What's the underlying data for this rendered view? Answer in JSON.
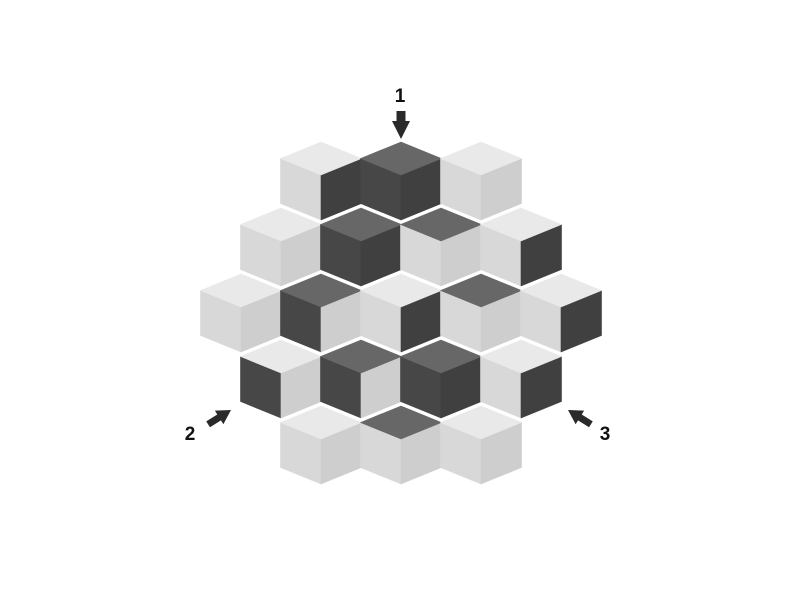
{
  "diagram": {
    "palette": {
      "light_top": "#e9e9e9",
      "light_left": "#d8d8d8",
      "light_right": "#cecece",
      "dark_top": "#676767",
      "dark_left": "#474747",
      "dark_right": "#404040",
      "arrow": "#2a2a2a",
      "label": "#111111"
    },
    "cube_faces": [
      {
        "group": "front",
        "top": "light",
        "left": "light",
        "right": "dark"
      },
      {
        "group": "front",
        "top": "dark",
        "left": "dark",
        "right": "dark"
      },
      {
        "group": "front",
        "top": "light",
        "left": "light",
        "right": "light"
      },
      {
        "group": "front",
        "top": "light",
        "left": "light",
        "right": "light"
      },
      {
        "group": "front",
        "top": "dark",
        "left": "dark",
        "right": "dark"
      },
      {
        "group": "front",
        "top": "dark",
        "left": "light",
        "right": "light"
      },
      {
        "group": "front",
        "top": "light",
        "left": "light",
        "right": "dark"
      },
      {
        "group": "front",
        "top": "light",
        "left": "light",
        "right": "light"
      },
      {
        "group": "front",
        "top": "dark",
        "left": "dark",
        "right": "light"
      },
      {
        "group": "front",
        "top": "light",
        "left": "light",
        "right": "dark"
      },
      {
        "group": "front",
        "top": "dark",
        "left": "light",
        "right": "light"
      },
      {
        "group": "front",
        "top": "light",
        "left": "light",
        "right": "dark"
      },
      {
        "group": "front",
        "top": "light",
        "left": "dark",
        "right": "light"
      },
      {
        "group": "front",
        "top": "dark",
        "left": "dark",
        "right": "light"
      },
      {
        "group": "front",
        "top": "dark",
        "left": "dark",
        "right": "dark"
      },
      {
        "group": "front",
        "top": "light",
        "left": "light",
        "right": "dark"
      },
      {
        "group": "front",
        "top": "light",
        "left": "light",
        "right": "light"
      },
      {
        "group": "front",
        "top": "dark",
        "left": "light",
        "right": "light"
      },
      {
        "group": "front",
        "top": "light",
        "left": "light",
        "right": "light"
      }
    ],
    "views": [
      {
        "label": "1",
        "direction": "top"
      },
      {
        "label": "2",
        "direction": "left"
      },
      {
        "label": "3",
        "direction": "right"
      }
    ]
  }
}
